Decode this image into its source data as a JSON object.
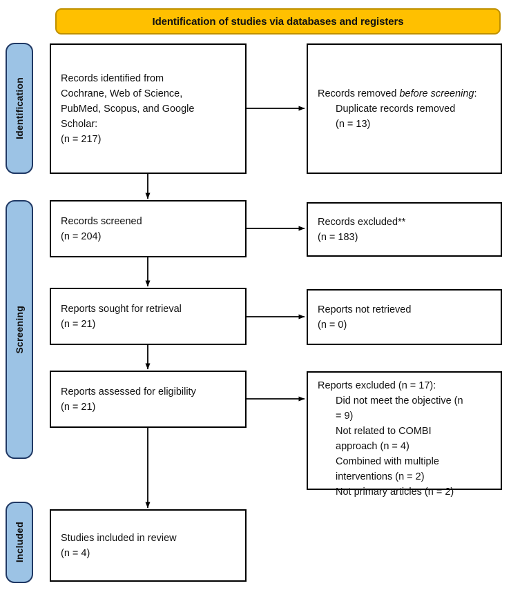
{
  "diagram": {
    "title": "PRISMA flow diagram",
    "phase_banner": {
      "label": "Identification of studies via databases and registers",
      "fill": "#FFC000",
      "border": "#BF9000"
    },
    "stage_pill_fill": "#9CC3E5",
    "stage_pill_border": "#1F3864",
    "stages": [
      {
        "key": "identification",
        "label": "Identification"
      },
      {
        "key": "screening",
        "label": "Screening"
      },
      {
        "key": "included",
        "label": "Included"
      }
    ],
    "boxes": {
      "identified": "Records identified from\nCochrane, Web of Science,\nPubMed, Scopus, and Google\nScholar:\n(n = 217)",
      "removed_line1": "Records removed ",
      "removed_italic": "before screening",
      "removed_colon": ":",
      "removed_detail": "Duplicate records removed\n(n = 13)",
      "screened": "Records screened\n(n = 204)",
      "excluded_screen": "Records excluded**\n(n = 183)",
      "sought": "Reports sought for retrieval\n(n = 21)",
      "not_retrieved": "Reports not retrieved\n(n = 0)",
      "assessed": "Reports assessed for eligibility\n(n = 21)",
      "excluded_reports_header": "Reports excluded (n = 17):",
      "excluded_reports_items": "Did not meet the objective (n\n= 9)\nNot related to COMBI\napproach (n = 4)\nCombined with multiple\ninterventions (n = 2)\nNot primary articles (n = 2)",
      "included": "Studies included in review\n(n = 4)"
    }
  },
  "chart_data": {
    "type": "diagram",
    "title": "Identification of studies via databases and registers",
    "nodes": [
      {
        "id": "identified",
        "stage": "Identification",
        "column": "left",
        "label": "Records identified from Cochrane, Web of Science, PubMed, Scopus, and Google Scholar:",
        "n": 217
      },
      {
        "id": "removed",
        "stage": "Identification",
        "column": "right",
        "label": "Records removed before screening: Duplicate records removed",
        "n": 13
      },
      {
        "id": "screened",
        "stage": "Screening",
        "column": "left",
        "label": "Records screened",
        "n": 204
      },
      {
        "id": "excluded_screen",
        "stage": "Screening",
        "column": "right",
        "label": "Records excluded**",
        "n": 183
      },
      {
        "id": "sought",
        "stage": "Screening",
        "column": "left",
        "label": "Reports sought for retrieval",
        "n": 21
      },
      {
        "id": "not_retrieved",
        "stage": "Screening",
        "column": "right",
        "label": "Reports not retrieved",
        "n": 0
      },
      {
        "id": "assessed",
        "stage": "Screening",
        "column": "left",
        "label": "Reports assessed for eligibility",
        "n": 21
      },
      {
        "id": "excluded_reports",
        "stage": "Screening",
        "column": "right",
        "label": "Reports excluded",
        "n": 17,
        "reasons": [
          {
            "label": "Did not meet the objective",
            "n": 9
          },
          {
            "label": "Not related to COMBI approach",
            "n": 4
          },
          {
            "label": "Combined with multiple interventions",
            "n": 2
          },
          {
            "label": "Not primary articles",
            "n": 2
          }
        ]
      },
      {
        "id": "included",
        "stage": "Included",
        "column": "left",
        "label": "Studies included in review",
        "n": 4
      }
    ],
    "edges": [
      {
        "from": "identified",
        "to": "removed",
        "direction": "right"
      },
      {
        "from": "identified",
        "to": "screened",
        "direction": "down"
      },
      {
        "from": "screened",
        "to": "excluded_screen",
        "direction": "right"
      },
      {
        "from": "screened",
        "to": "sought",
        "direction": "down"
      },
      {
        "from": "sought",
        "to": "not_retrieved",
        "direction": "right"
      },
      {
        "from": "sought",
        "to": "assessed",
        "direction": "down"
      },
      {
        "from": "assessed",
        "to": "excluded_reports",
        "direction": "right"
      },
      {
        "from": "assessed",
        "to": "included",
        "direction": "down"
      }
    ]
  }
}
